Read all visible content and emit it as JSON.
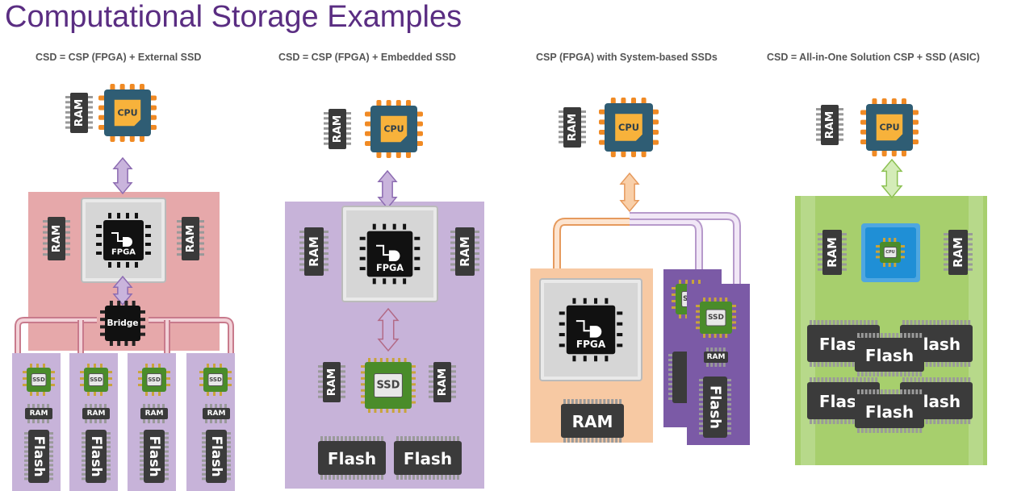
{
  "title": "Computational Storage Examples",
  "columns": [
    {
      "subtitle": "CSD = CSP (FPGA) + External SSD"
    },
    {
      "subtitle": "CSD = CSP (FPGA) + Embedded SSD"
    },
    {
      "subtitle": "CSP (FPGA) with System-based SSDs"
    },
    {
      "subtitle": "CSD = All-in-One Solution CSP + SSD (ASIC)"
    }
  ],
  "labels": {
    "cpu": "CPU",
    "ram": "RAM",
    "fpga": "FPGA",
    "bridge": "Bridge",
    "ssd": "SSD",
    "flash": "Flash"
  },
  "colors": {
    "title": "#5a2d82",
    "ext_ssd_panel": "#e6a8aa",
    "embedded_panel": "#c7b3d9",
    "system_ram_panel": "#f7c9a3",
    "system_ssd_panel": "#7b5aa6",
    "asic_panel": "#a7cf6d",
    "cpu_body": "#2f5d74",
    "cpu_pins": "#f08a24",
    "cpu_core": "#f7b23b"
  }
}
